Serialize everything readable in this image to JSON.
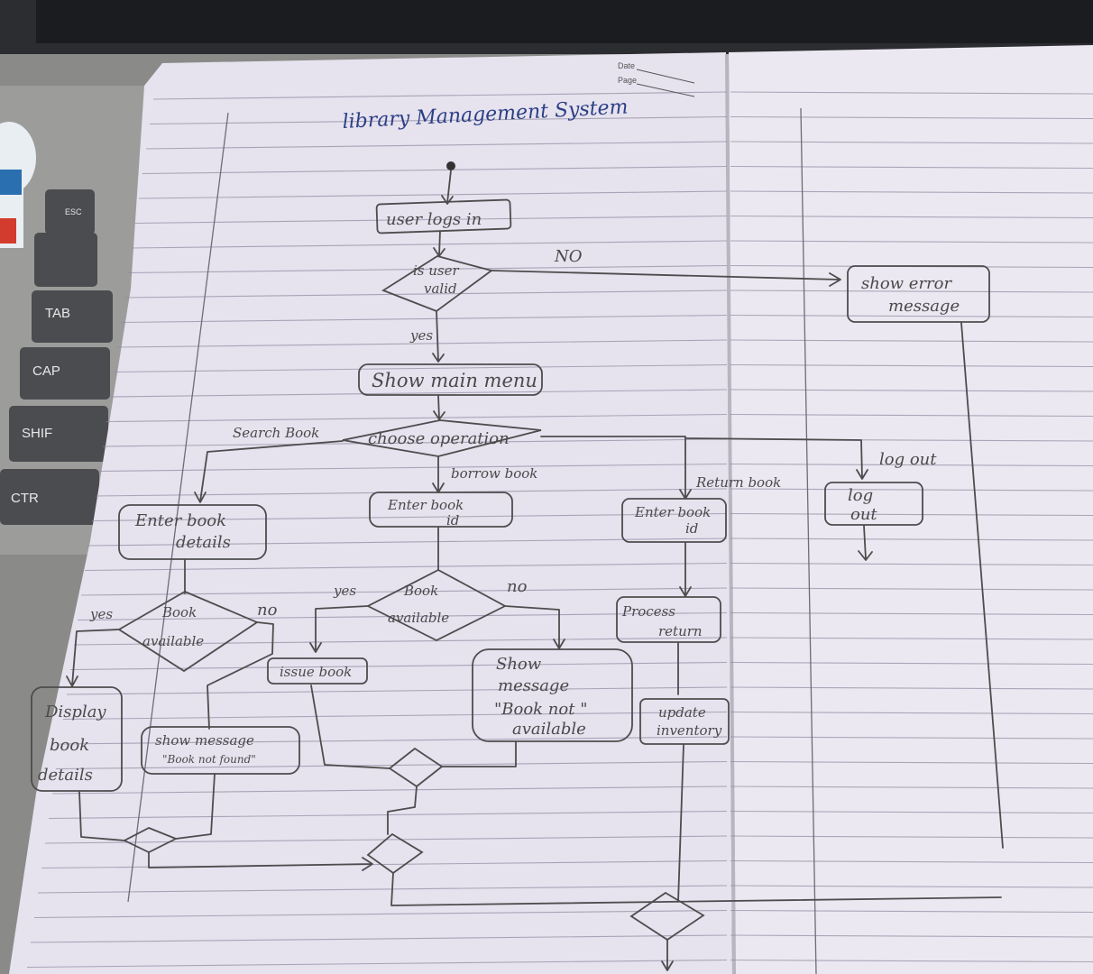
{
  "keyboard": {
    "keys": [
      "ESC",
      "TAB",
      "CAP",
      "SHIF",
      "CTR"
    ]
  },
  "notebook": {
    "date_label": "Date",
    "page_label": "Page"
  },
  "diagram": {
    "title": "library Management System",
    "nodes": {
      "user_logs_in": "user logs in",
      "is_user_valid_1": "is user",
      "is_user_valid_2": "valid",
      "show_error_1": "show error",
      "show_error_2": "message",
      "show_main_menu": "Show main menu",
      "choose_operation": "choose operation",
      "enter_book_details_1": "Enter book",
      "enter_book_details_2": "details",
      "enter_book_id_1": "Enter book",
      "enter_book_id_2": "id",
      "enter_book_id_return_1": "Enter book",
      "enter_book_id_return_2": "id",
      "log_out_1": "log",
      "log_out_2": "out",
      "book_available_left_1": "Book",
      "book_available_left_2": "available",
      "book_available_mid_1": "Book",
      "book_available_mid_2": "available",
      "process_return_1": "Process",
      "process_return_2": "return",
      "issue_book": "issue book",
      "show_message_na_1": "Show",
      "show_message_na_2": "message",
      "show_message_na_3": "\"Book not \"",
      "show_message_na_4": "available",
      "update_inventory_1": "update",
      "update_inventory_2": "inventory",
      "display_book_details_1": "Display",
      "display_book_details_2": "book",
      "display_book_details_3": "details",
      "show_message_nf_1": "show message",
      "show_message_nf_2": "\"Book not found\""
    },
    "edge_labels": {
      "no_invalid": "NO",
      "yes_valid": "yes",
      "search_book": "Search Book",
      "borrow_book": "borrow book",
      "return_book": "Return book",
      "log_out_edge": "log out",
      "left_yes": "yes",
      "left_no": "no",
      "mid_yes": "yes",
      "mid_no": "no"
    }
  }
}
